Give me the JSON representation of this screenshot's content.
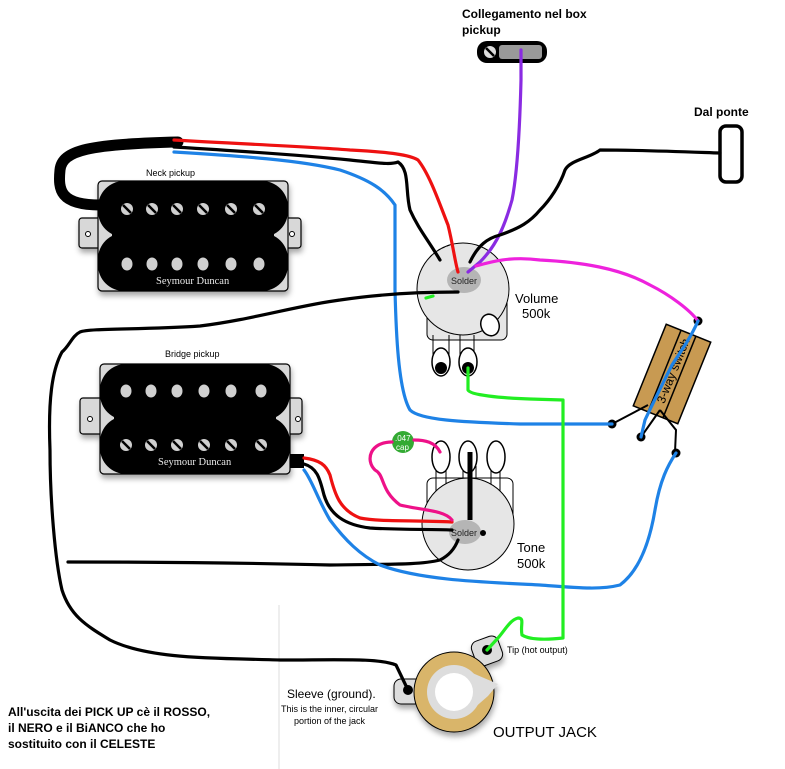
{
  "labels": {
    "box_pickup": [
      "Collegamento nel box",
      "pickup"
    ],
    "bridge_ground": "Dal ponte",
    "neck_pickup": "Neck pickup",
    "bridge_pickup": "Bridge pickup",
    "pickup_brand": "Seymour Duncan",
    "solder": "Solder",
    "volume": [
      "Volume",
      "500k"
    ],
    "tone": [
      "Tone",
      "500k"
    ],
    "switch": "3-way switch",
    "cap": [
      ".047",
      "cap"
    ],
    "tip": "Tip (hot output)",
    "sleeve": [
      "Sleeve (ground).",
      "This is the inner, circular",
      "portion of the jack"
    ],
    "output_jack": "OUTPUT JACK",
    "note": [
      "All'uscita dei PICK UP cè il ROSSO,",
      "il NERO e il BiANCO che ho",
      "sostituito con il CELESTE"
    ]
  },
  "wire_colors": {
    "hot": "#ee1111",
    "ground": "#000000",
    "white_replaced": "#1e82e6",
    "box_link": "#8a2be2",
    "switch_link": "#ee22dd",
    "output": "#22ee22",
    "cap": "#ee1188"
  },
  "component_colors": {
    "switch_body": "#c89a52",
    "jack_ring": "#d9b56a",
    "pot_body": "#e6e6e6",
    "solder": "#b5b5b5",
    "cap": "#33aa33"
  }
}
